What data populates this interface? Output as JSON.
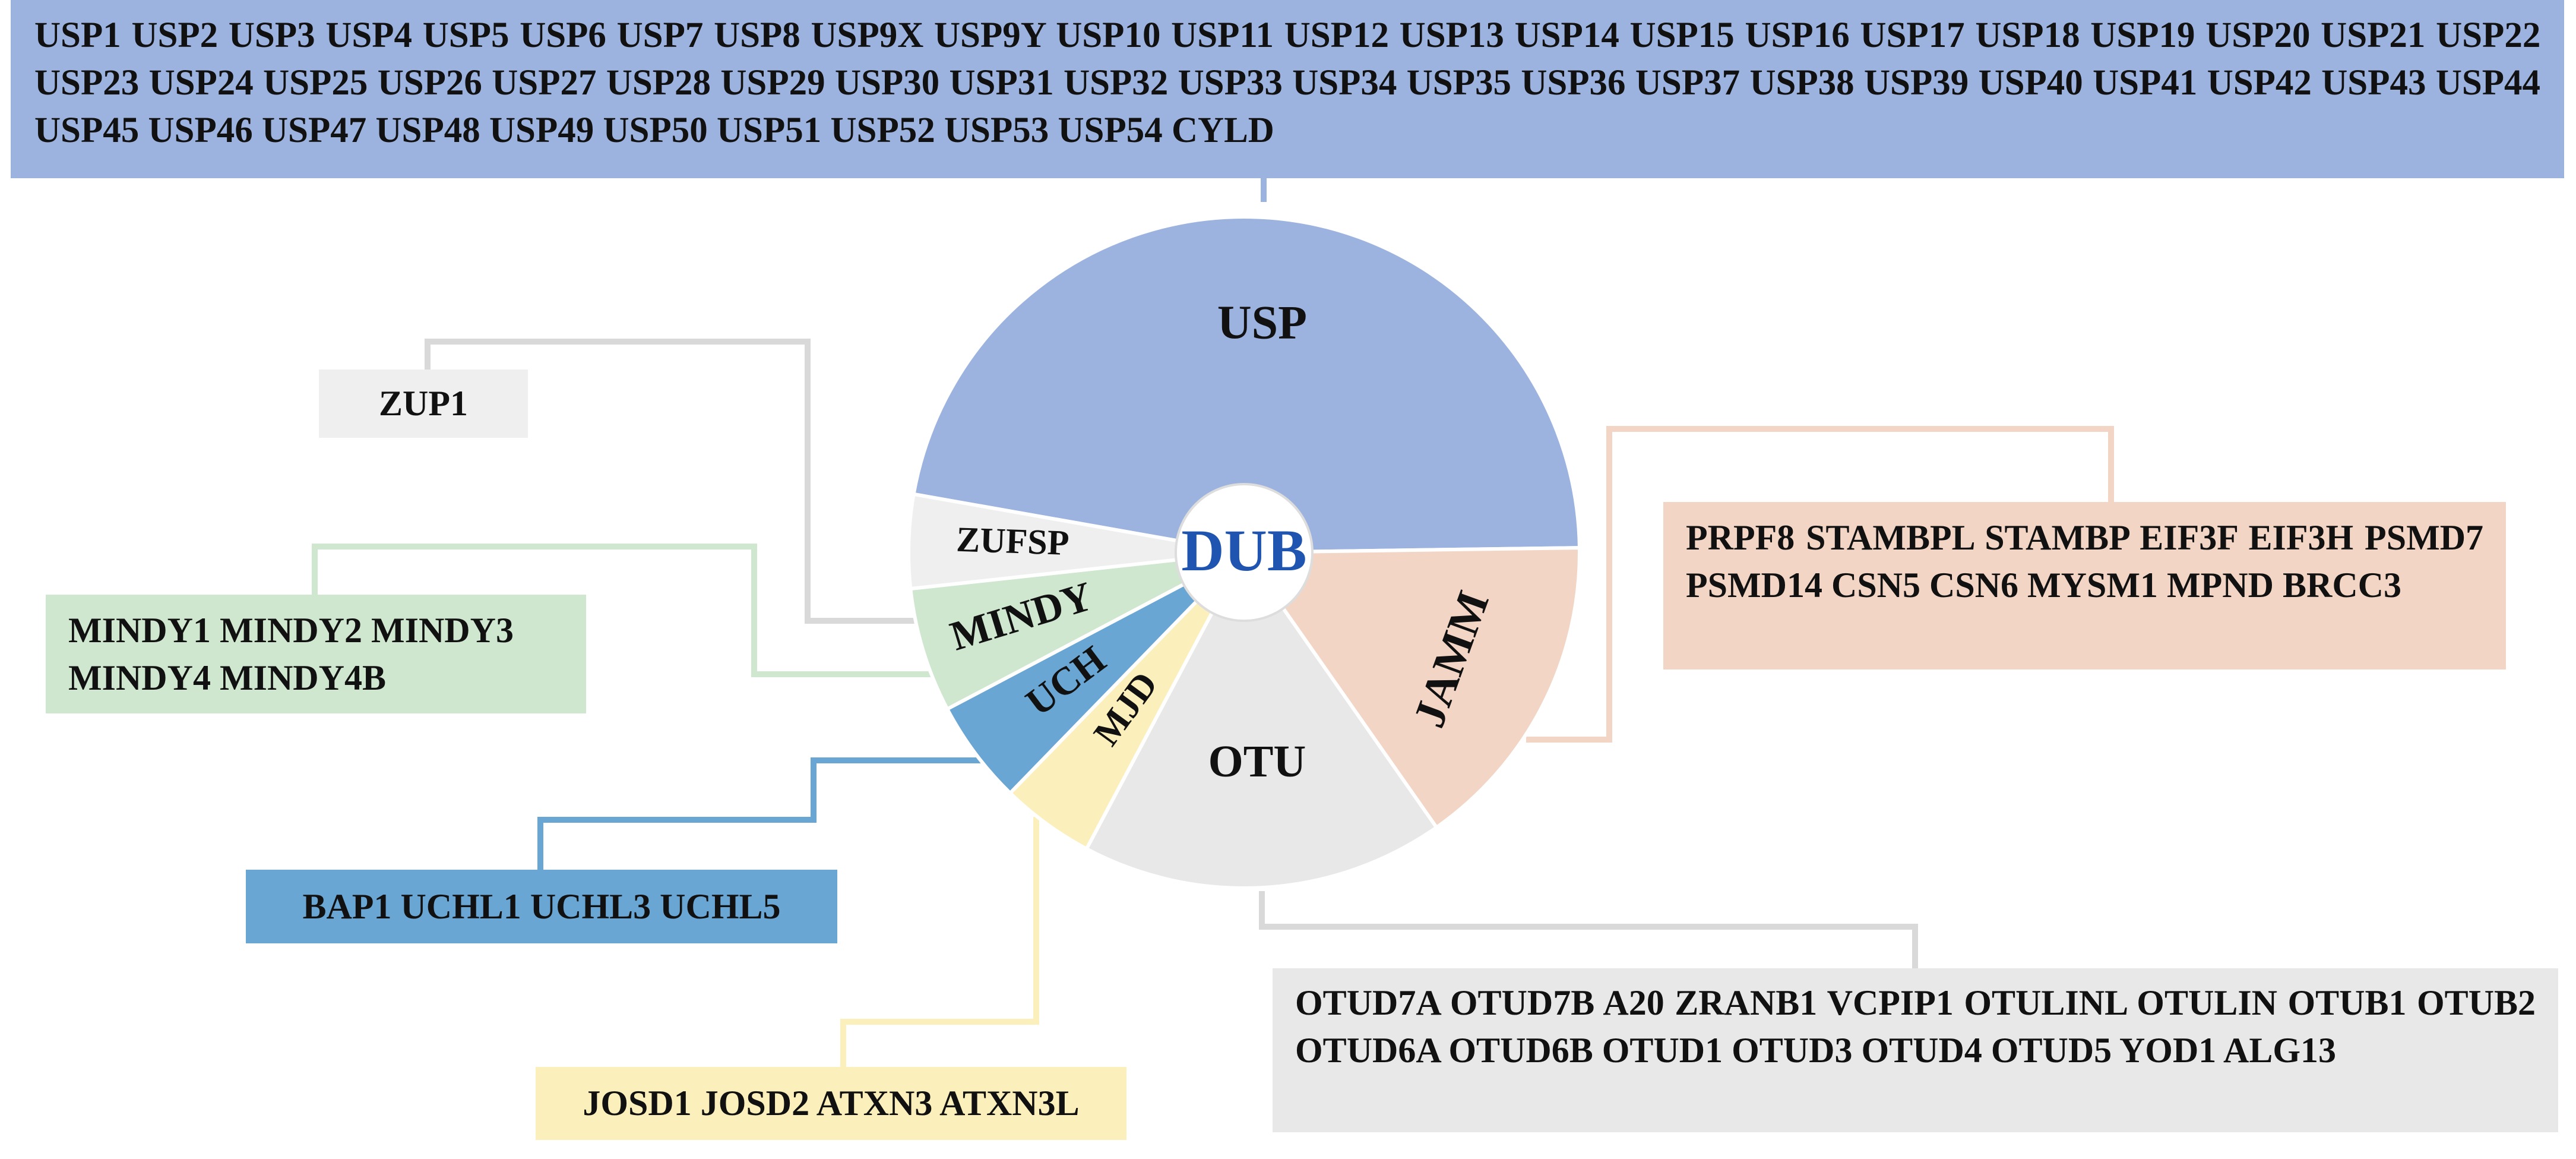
{
  "center": {
    "label": "DUB"
  },
  "colors": {
    "usp": "#9db3df",
    "jamm": "#f2d5c4",
    "otu": "#e8e8e8",
    "mjd": "#fbefbb",
    "uch": "#6aa6d3",
    "mindy": "#cfe6cf",
    "zufsp": "#efefef",
    "center_text": "#1f55b0"
  },
  "families": [
    {
      "id": "usp",
      "label": "USP",
      "share": 0.47,
      "members": [
        "USP1",
        "USP2",
        "USP3",
        "USP4",
        "USP5",
        "USP6",
        "USP7",
        "USP8",
        "USP9X",
        "USP9Y",
        "USP10",
        "USP11",
        "USP12",
        "USP13",
        "USP14",
        "USP15",
        "USP16",
        "USP17",
        "USP18",
        "USP19",
        "USP20",
        "USP21",
        "USP22",
        "USP23",
        "USP24",
        "USP25",
        "USP26",
        "USP27",
        "USP28",
        "USP29",
        "USP30",
        "USP31",
        "USP32",
        "USP33",
        "USP34",
        "USP35",
        "USP36",
        "USP37",
        "USP38",
        "USP39",
        "USP40",
        "USP41",
        "USP42",
        "USP43",
        "USP44",
        "USP45",
        "USP46",
        "USP47",
        "USP48",
        "USP49",
        "USP50",
        "USP51",
        "USP52",
        "USP53",
        "USP54",
        "CYLD"
      ]
    },
    {
      "id": "jamm",
      "label": "JAMM",
      "share": 0.155,
      "members": [
        "PRPF8",
        "STAMBPL",
        "STAMBP",
        "EIF3F",
        "EIF3H",
        "PSMD7",
        "PSMD14",
        "CSN5",
        "CSN6",
        "MYSM1",
        "MPND",
        "BRCC3"
      ]
    },
    {
      "id": "otu",
      "label": "OTU",
      "share": 0.175,
      "members": [
        "OTUD7A",
        "OTUD7B",
        "A20",
        "ZRANB1",
        "VCPIP1",
        "OTULINL",
        "OTULIN",
        "OTUB1",
        "OTUB2",
        "OTUD6A",
        "OTUD6B",
        "OTUD1",
        "OTUD3",
        "OTUD4",
        "OTUD5",
        "YOD1",
        "ALG13"
      ]
    },
    {
      "id": "mjd",
      "label": "MJD",
      "share": 0.045,
      "members": [
        "JOSD1",
        "JOSD2",
        "ATXN3",
        "ATXN3L"
      ]
    },
    {
      "id": "uch",
      "label": "UCH",
      "share": 0.05,
      "members": [
        "BAP1",
        "UCHL1",
        "UCHL3",
        "UCHL5"
      ]
    },
    {
      "id": "mindy",
      "label": "MINDY",
      "share": 0.06,
      "members": [
        "MINDY1",
        "MINDY2",
        "MINDY3",
        "MINDY4",
        "MINDY4B"
      ]
    },
    {
      "id": "zufsp",
      "label": "ZUFSP",
      "share": 0.045,
      "members": [
        "ZUP1"
      ]
    }
  ]
}
